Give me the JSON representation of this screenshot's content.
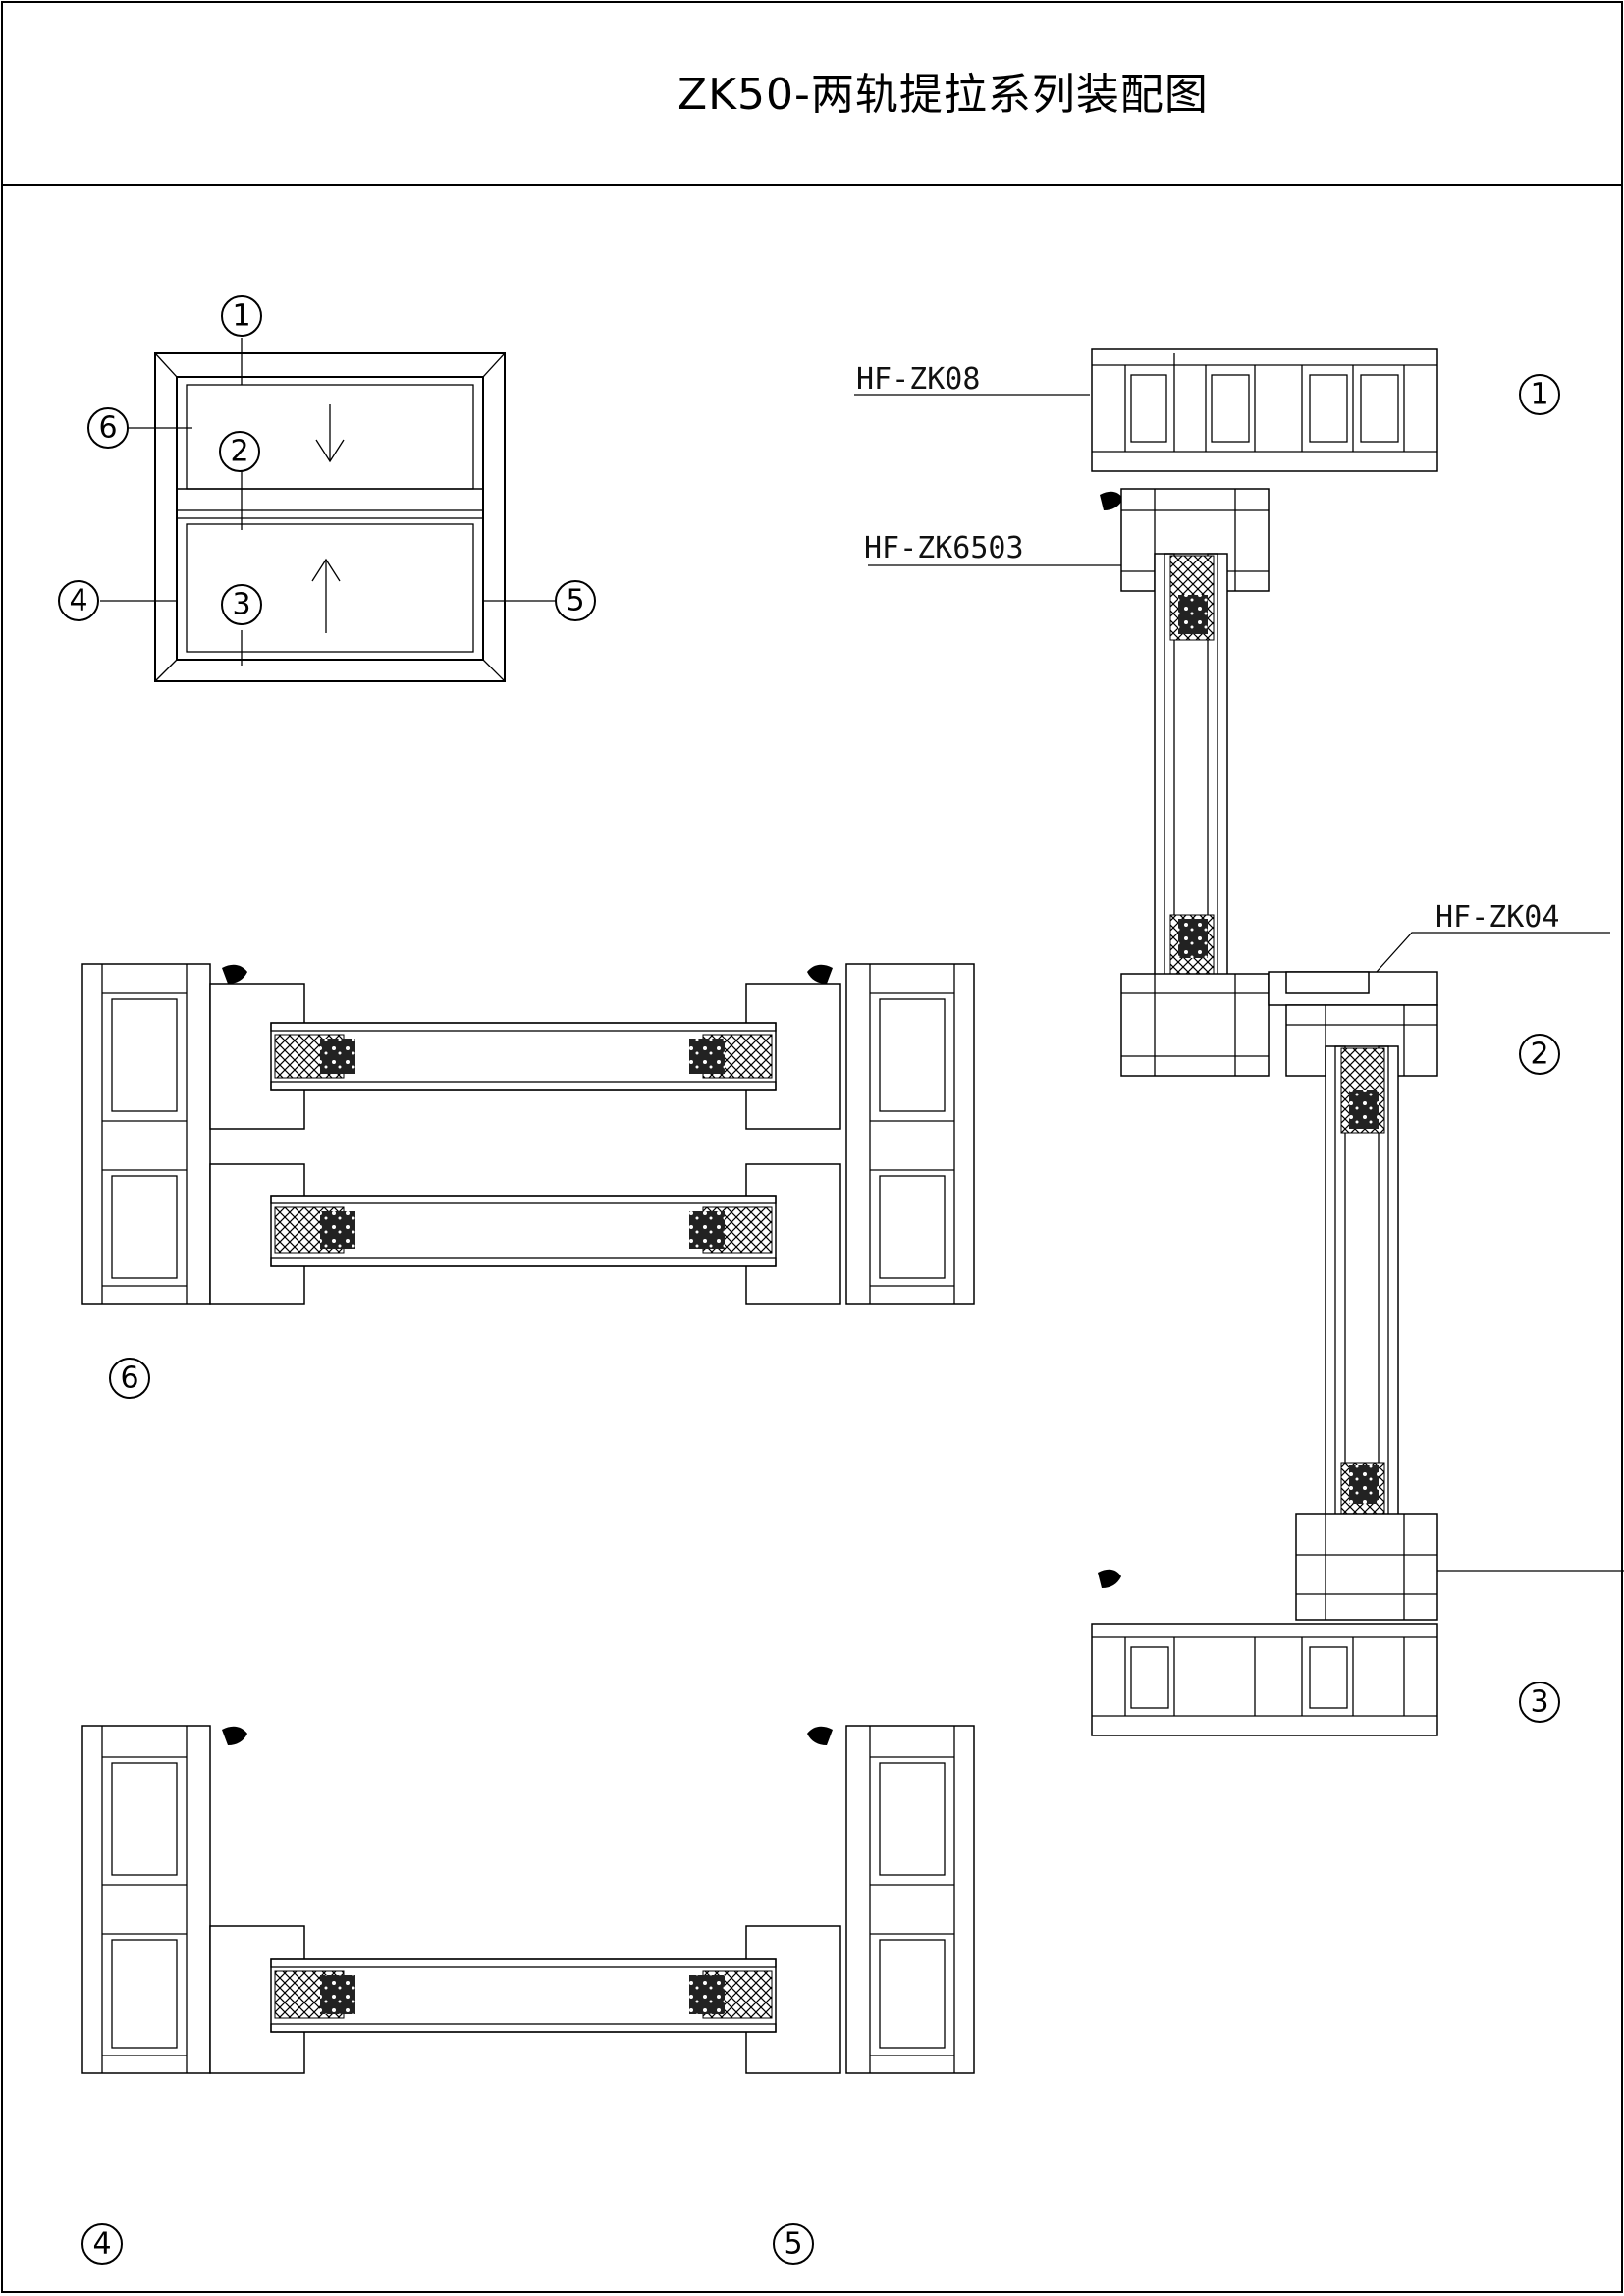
{
  "title": "ZK50-两轨提拉系列装配图",
  "callouts": {
    "c1": "1",
    "c2": "2",
    "c3": "3",
    "c4": "4",
    "c5": "5",
    "c6": "6"
  },
  "profiles": {
    "top_frame": "HF-ZK08",
    "sash": "HF-ZK6503",
    "middle_rail": "HF-ZK04"
  },
  "elevation_arrows": [
    "down",
    "up"
  ]
}
